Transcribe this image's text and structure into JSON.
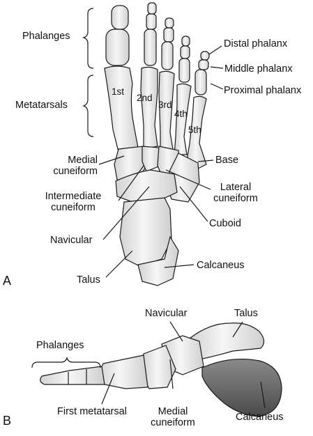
{
  "panel_a": {
    "tag": "A",
    "labels": {
      "phalanges": "Phalanges",
      "metatarsals": "Metatarsals",
      "distal_phalanx": "Distal phalanx",
      "middle_phalanx": "Middle phalanx",
      "proximal_phalanx": "Proximal phalanx",
      "mt1": "1st",
      "mt2": "2nd",
      "mt3": "3rd",
      "mt4": "4th",
      "mt5": "5th",
      "medial_cuneiform_1": "Medial",
      "medial_cuneiform_2": "cuneiform",
      "base": "Base",
      "intermediate_cuneiform_1": "Intermediate",
      "intermediate_cuneiform_2": "cuneiform",
      "lateral_cuneiform_1": "Lateral",
      "lateral_cuneiform_2": "cuneiform",
      "cuboid": "Cuboid",
      "navicular": "Navicular",
      "calcaneus": "Calcaneus",
      "talus": "Talus"
    }
  },
  "panel_b": {
    "tag": "B",
    "labels": {
      "navicular": "Navicular",
      "talus": "Talus",
      "phalanges": "Phalanges",
      "first_metatarsal": "First metatarsal",
      "medial_cuneiform_1": "Medial",
      "medial_cuneiform_2": "cuneiform",
      "calcaneus": "Calcaneus"
    }
  },
  "colors": {
    "bone_fill": "#f2f2f2",
    "bone_shade": "#c9c9c9",
    "outline": "#1a1a1a",
    "dark_shade": "#6e6e6e"
  }
}
